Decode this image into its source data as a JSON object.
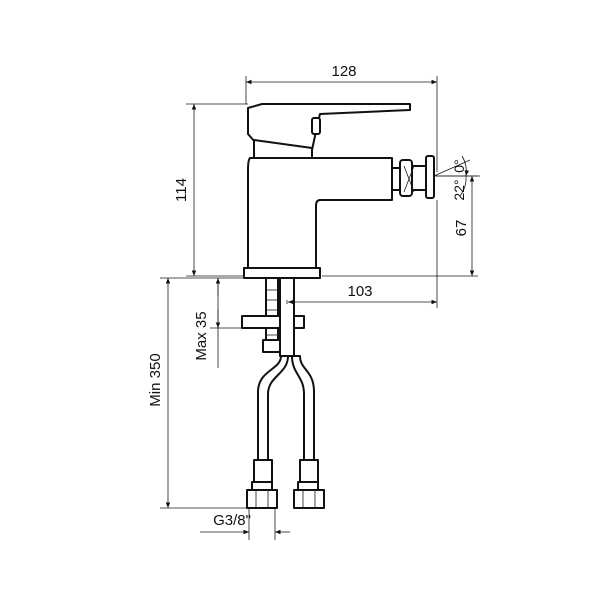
{
  "drawing": {
    "dimensions": {
      "width_total": "128",
      "height_total": "114",
      "spout_reach": "103",
      "spout_height": "67",
      "angle_min": "0°",
      "angle_max": "22°",
      "deck_thickness": "Max 35",
      "hose_length": "Min 350",
      "thread": "G3/8\""
    },
    "colors": {
      "line": "#111111",
      "background": "#ffffff"
    }
  }
}
